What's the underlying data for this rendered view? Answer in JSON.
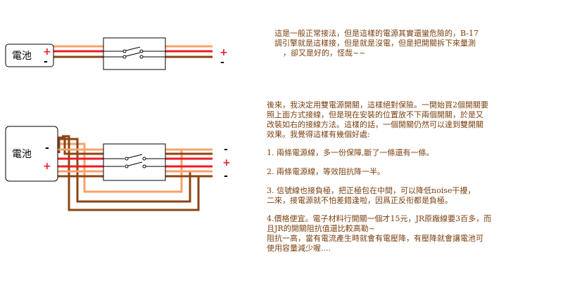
{
  "diagram1": {
    "battery_label": "電池",
    "plus": "+",
    "minus": "-",
    "caption": [
      "這是一般正常接法，但是這樣的電源其實還蠻危險的，B-17",
      "調引擎就是這樣接，但是就是沒電，但是把開關拆下來量測",
      "，卻又是好的，怪哉~~"
    ]
  },
  "diagram2": {
    "battery_label": "電池",
    "plus": "+",
    "minus": "-"
  },
  "explanation": {
    "intro": [
      "後來，我決定用雙電源開關，這樣絕對保險。一開始買2個開關要",
      "照上面方式接線，但是現在安裝的位置放不下兩個開關，於是又",
      "改裝如右的接線方法。這樣的話，一個開關仍然可以達到雙開關",
      "效果。我覺得這樣有幾個好處:"
    ],
    "point1": [
      "1. 兩條電源線，多一份保障,斷了一條還有一條。"
    ],
    "point2": [
      "2. 兩條電源線，等效阻抗降一半。"
    ],
    "point3": [
      "3. 信號線也接負極，把正極包在中間，可以降低noise干擾，",
      "    二來，接電源就不怕差錯逢啦，因爲正反衔都是負極。"
    ],
    "point4": [
      "4.價格便宜。電子材料行開關一個才15元，JR原廠線要3百多，而",
      "且JR的開關阻抗值還比較高勒~",
      "阻抗一高，當有電流產生時就會有電壓降，有壓降就會讓電池可",
      "使用容量減少喔...."
    ]
  },
  "colors": {
    "positive_wire": "#ee1c24",
    "signal_wire": "#f7a26a",
    "negative_wire": "#8b4513",
    "text": "#7a3f0e"
  }
}
